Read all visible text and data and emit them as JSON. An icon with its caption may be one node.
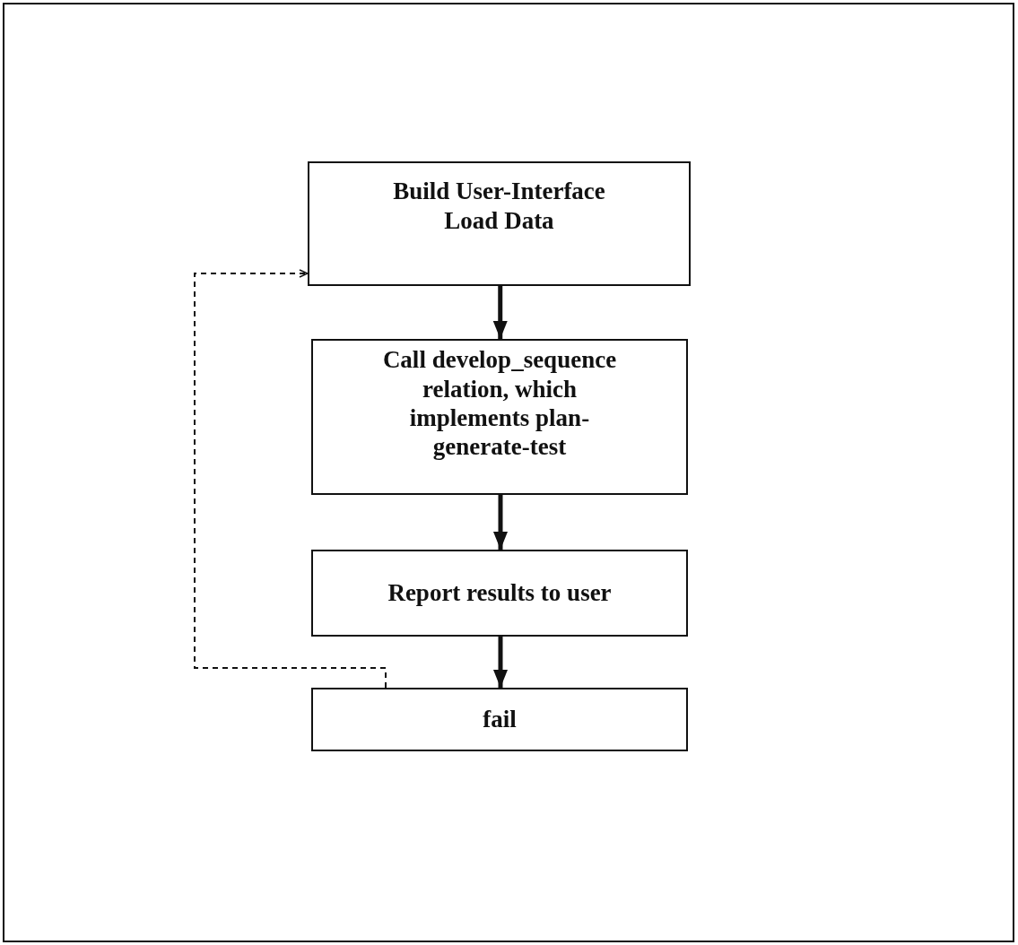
{
  "diagram": {
    "nodes": [
      {
        "text": [
          "Build User-Interface",
          "Load Data"
        ]
      },
      {
        "text": [
          "Call develop_sequence relation, which implements plan-generate-test"
        ]
      },
      {
        "text": [
          "Report results to user"
        ]
      },
      {
        "text": [
          "fail"
        ]
      }
    ],
    "edges": [
      {
        "from": 0,
        "to": 1,
        "arrow": "to"
      },
      {
        "from": 1,
        "to": 2,
        "arrow": "to"
      },
      {
        "from": 2,
        "to": 3,
        "arrow": "to"
      },
      {
        "from": 3,
        "to": 0,
        "arrow": "to",
        "style": "dashed"
      }
    ]
  }
}
